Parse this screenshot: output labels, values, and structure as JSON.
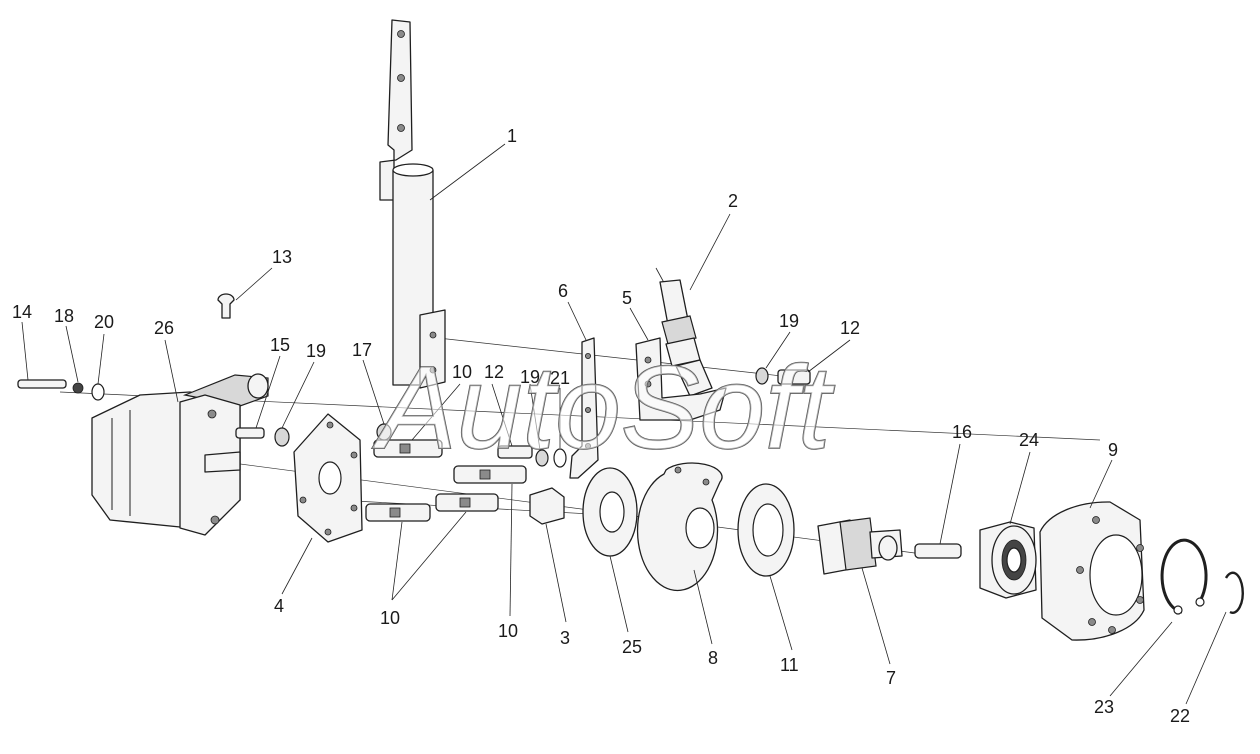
{
  "watermark": "AutoSoft",
  "callouts": [
    {
      "id": "c1",
      "text": "1"
    },
    {
      "id": "c2",
      "text": "2"
    },
    {
      "id": "c13",
      "text": "13"
    },
    {
      "id": "c14",
      "text": "14"
    },
    {
      "id": "c18",
      "text": "18"
    },
    {
      "id": "c20",
      "text": "20"
    },
    {
      "id": "c26",
      "text": "26"
    },
    {
      "id": "c15",
      "text": "15"
    },
    {
      "id": "c19a",
      "text": "19"
    },
    {
      "id": "c17",
      "text": "17"
    },
    {
      "id": "c10a",
      "text": "10"
    },
    {
      "id": "c12a",
      "text": "12"
    },
    {
      "id": "c19b",
      "text": "19"
    },
    {
      "id": "c21",
      "text": "21"
    },
    {
      "id": "c6",
      "text": "6"
    },
    {
      "id": "c5",
      "text": "5"
    },
    {
      "id": "c19c",
      "text": "19"
    },
    {
      "id": "c12b",
      "text": "12"
    },
    {
      "id": "c16",
      "text": "16"
    },
    {
      "id": "c24",
      "text": "24"
    },
    {
      "id": "c9",
      "text": "9"
    },
    {
      "id": "c4",
      "text": "4"
    },
    {
      "id": "c10b",
      "text": "10"
    },
    {
      "id": "c10c",
      "text": "10"
    },
    {
      "id": "c3",
      "text": "3"
    },
    {
      "id": "c25",
      "text": "25"
    },
    {
      "id": "c8",
      "text": "8"
    },
    {
      "id": "c11",
      "text": "11"
    },
    {
      "id": "c7",
      "text": "7"
    },
    {
      "id": "c23",
      "text": "23"
    },
    {
      "id": "c22",
      "text": "22"
    }
  ]
}
